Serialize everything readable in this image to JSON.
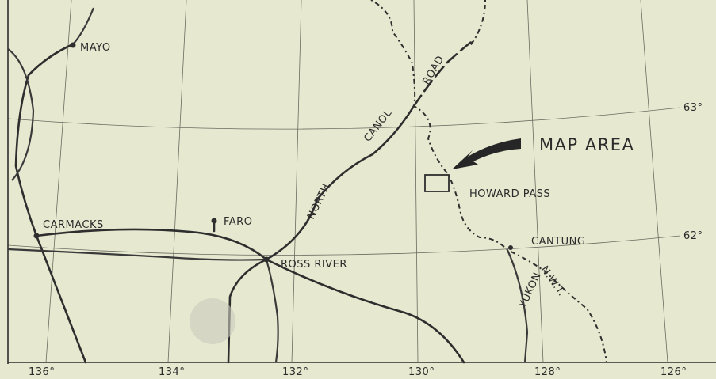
{
  "labels": {
    "mayo": "MAYO",
    "carmacks": "CARMACKS",
    "faro": "FARO",
    "ross_river": "ROSS RIVER",
    "north": "NORTH",
    "canol": "CANOL",
    "road": "ROAD",
    "map_area": "MAP AREA",
    "howard_pass": "HOWARD PASS",
    "cantung": "CANTUNG",
    "nwt": "N.W.T.",
    "yukon": "YUKON"
  },
  "latitudes": [
    "63°",
    "62°"
  ],
  "longitudes": [
    "136°",
    "134°",
    "132°",
    "130°",
    "128°",
    "126°"
  ],
  "colors": {
    "paper": "#e6e9cf",
    "ink": "#2e2e2e"
  }
}
